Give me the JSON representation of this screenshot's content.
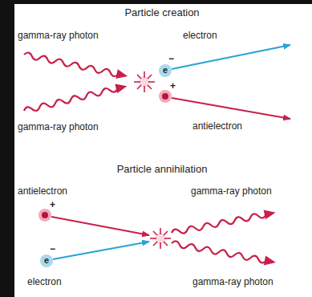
{
  "diagram": {
    "nodes": [
      {
        "text": [
          "e",
          "−"
        ]
      },
      {
        "text": [
          "e",
          "−"
        ]
      }
    ],
    "labels": [
      "Particle creation",
      "gamma-ray photon",
      "electron",
      "gamma-ray photon",
      "antielectron",
      "+",
      "Particle annihilation",
      "antielectron",
      "gamma-ray photon",
      "+",
      "electron",
      "gamma-ray photon"
    ]
  }
}
